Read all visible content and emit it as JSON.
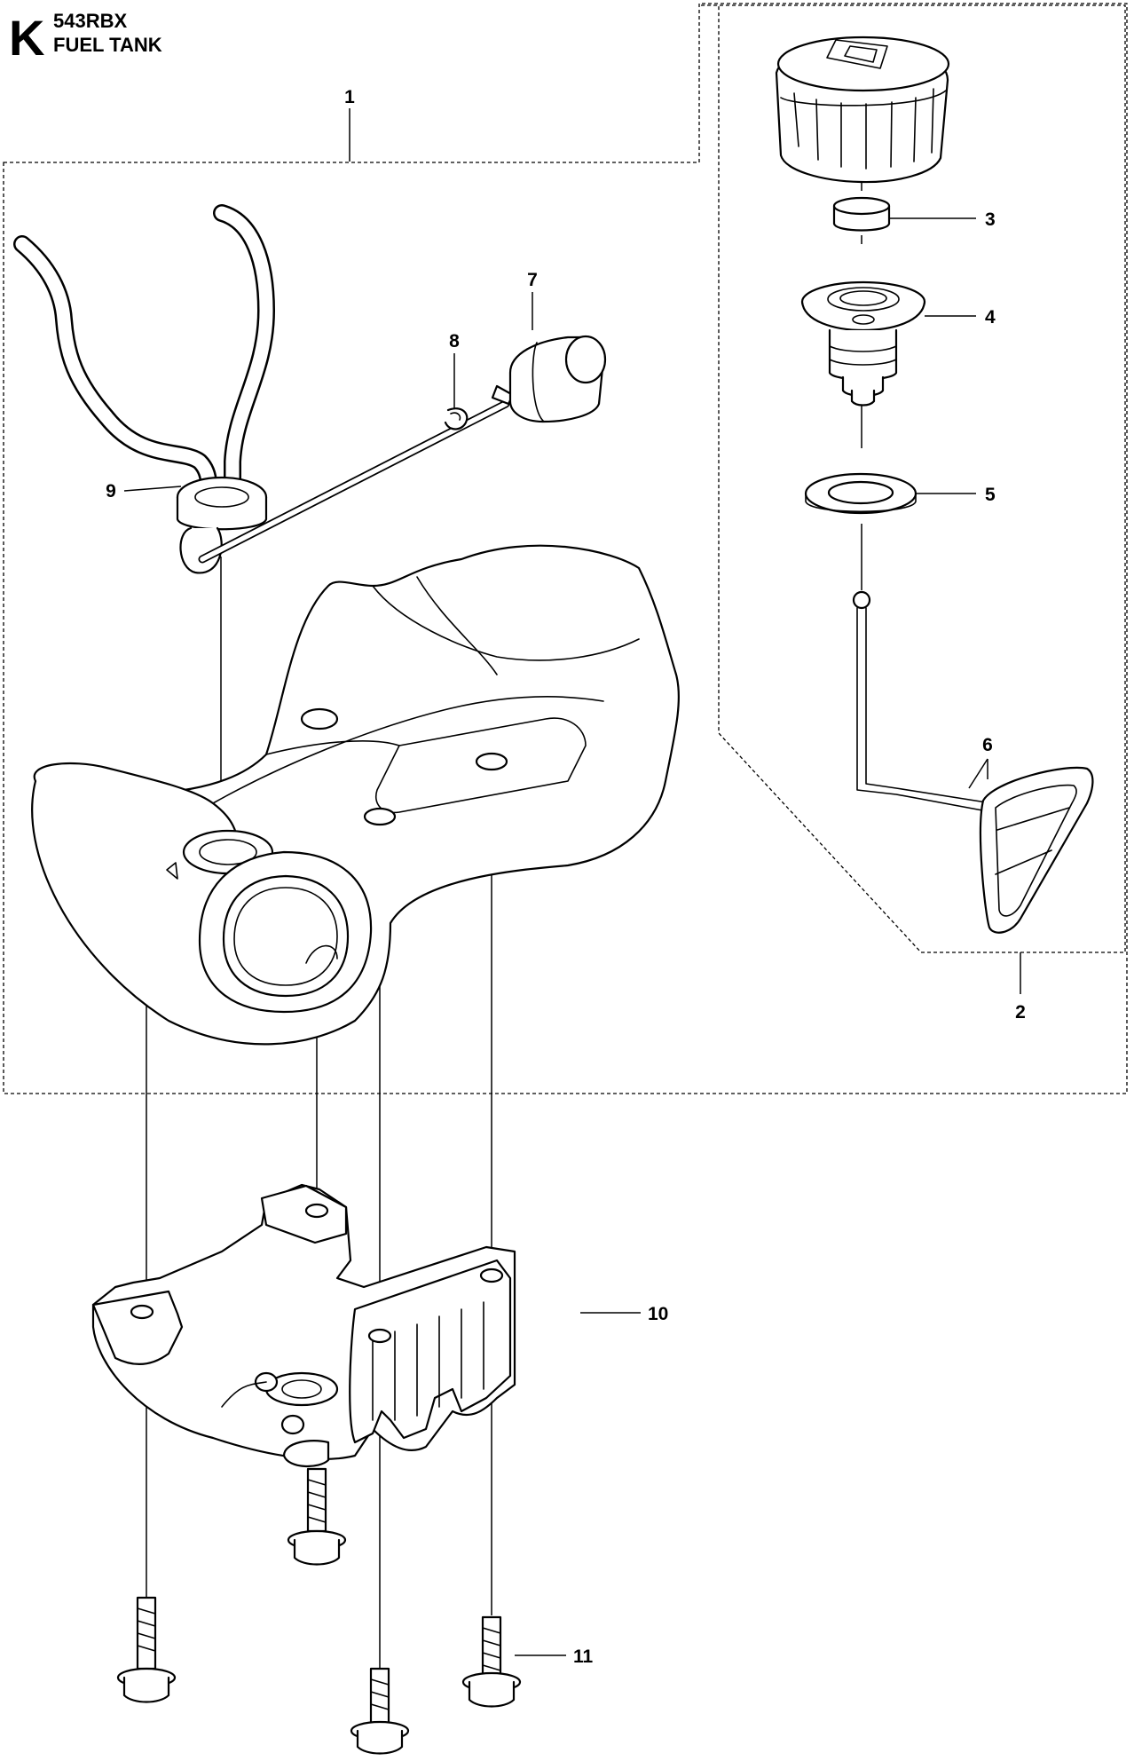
{
  "header": {
    "section_letter": "K",
    "model": "543RBX",
    "title": "FUEL TANK"
  },
  "callouts": [
    "1",
    "2",
    "3",
    "4",
    "5",
    "6",
    "7",
    "8",
    "9",
    "10",
    "11"
  ]
}
